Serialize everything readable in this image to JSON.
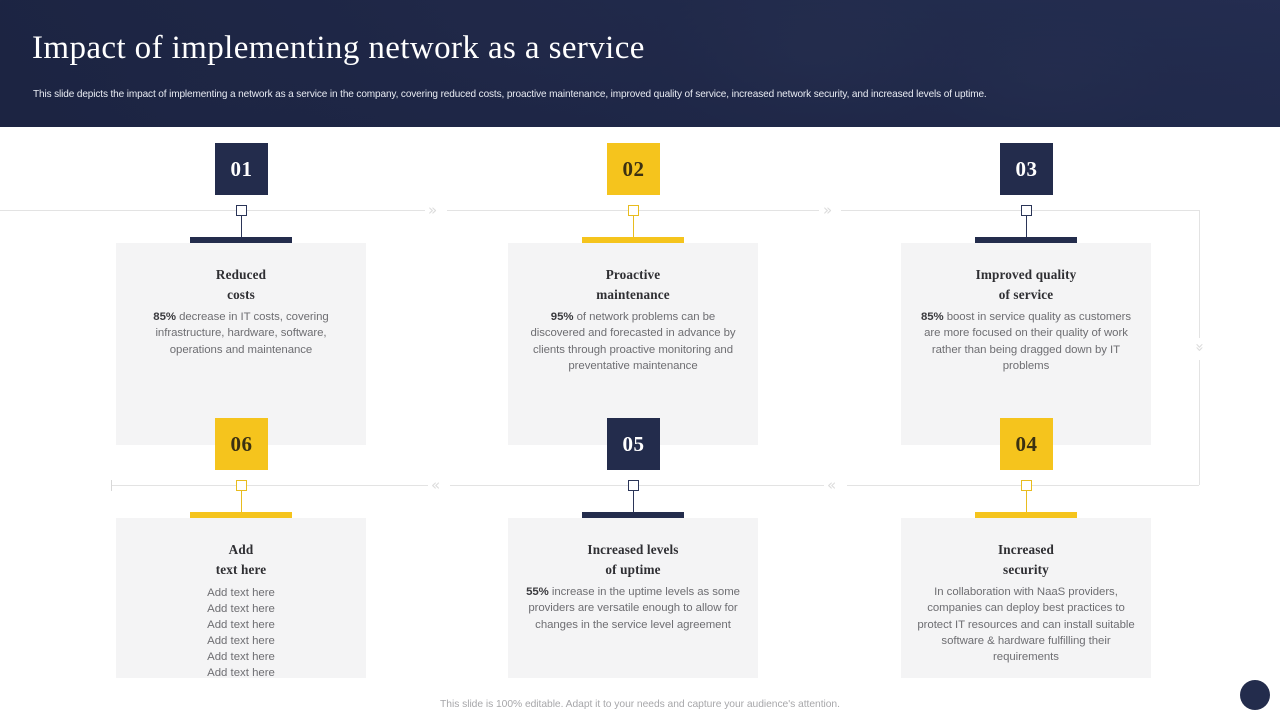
{
  "header": {
    "title": "Impact of implementing network as a service",
    "subtitle": "This slide depicts the impact of implementing a network as a service in the company, covering reduced costs, proactive maintenance, improved quality of service, increased network security, and increased levels of uptime.",
    "background_color": "#232c4c",
    "title_color": "#ffffff"
  },
  "theme": {
    "navy": "#232c4c",
    "gold": "#f5c41d",
    "card_bg": "#f4f4f5",
    "rail_color": "#e3e3e3",
    "body_text": "#6e6e72"
  },
  "connectors": {
    "chevron_right_icon": "»",
    "chevron_left_icon": "«",
    "chevron_down_icon": "»"
  },
  "items": [
    {
      "number": "01",
      "color": "navy",
      "title_line1": "Reduced",
      "title_line2": "costs",
      "stat": "85%",
      "body": " decrease in IT costs, covering infrastructure, hardware, software, operations and maintenance",
      "lines": []
    },
    {
      "number": "02",
      "color": "gold",
      "title_line1": "Proactive",
      "title_line2": "maintenance",
      "stat": "95%",
      "body": " of network problems can be discovered and forecasted in advance by clients through proactive monitoring and preventative maintenance",
      "lines": []
    },
    {
      "number": "03",
      "color": "navy",
      "title_line1": "Improved  quality",
      "title_line2": "of service",
      "stat": "85%",
      "body": " boost in service quality as customers are more focused on their quality of work rather than being dragged down by IT problems",
      "lines": []
    },
    {
      "number": "06",
      "color": "gold",
      "title_line1": "Add",
      "title_line2": "text here",
      "stat": "",
      "body": "",
      "lines": [
        "Add text here",
        "Add text here",
        "Add text here",
        "Add text here",
        "Add text here",
        "Add text here"
      ]
    },
    {
      "number": "05",
      "color": "navy",
      "title_line1": "Increased levels",
      "title_line2": "of uptime",
      "stat": "55%",
      "body": " increase in the uptime levels as some providers are versatile enough to allow for changes in the service level agreement",
      "lines": []
    },
    {
      "number": "04",
      "color": "gold",
      "title_line1": "Increased",
      "title_line2": "security",
      "stat": "",
      "body": "In collaboration with NaaS providers, companies can deploy best practices to protect IT resources and can install suitable software & hardware fulfilling their requirements",
      "lines": []
    }
  ],
  "footer": {
    "note": "This slide is 100% editable. Adapt it to your needs and capture your audience's attention."
  }
}
